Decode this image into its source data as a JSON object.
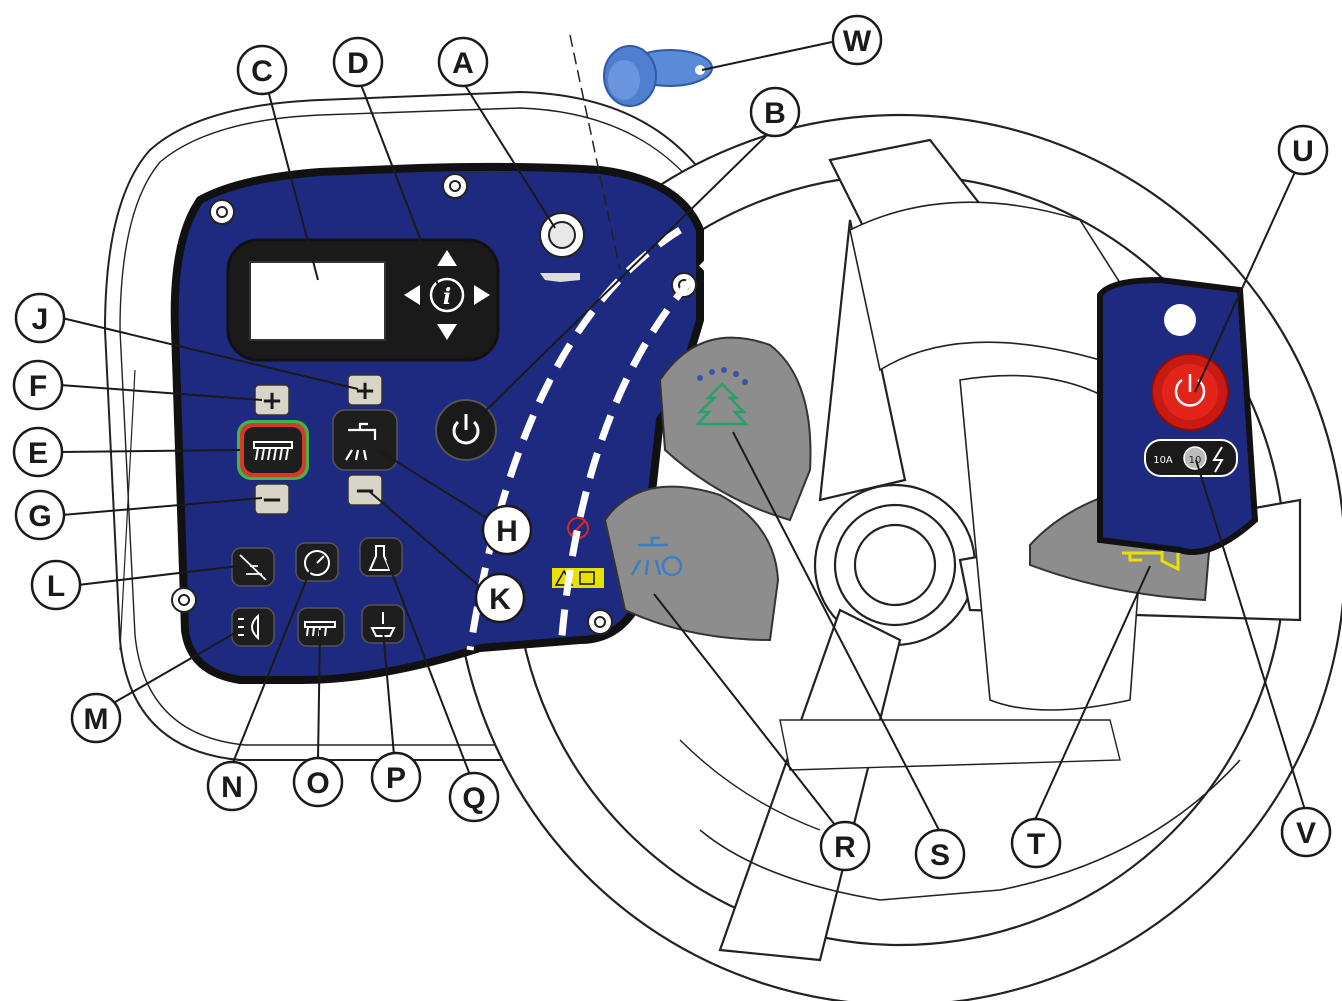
{
  "callouts": [
    "A",
    "B",
    "C",
    "D",
    "E",
    "F",
    "G",
    "H",
    "J",
    "K",
    "L",
    "M",
    "N",
    "O",
    "P",
    "Q",
    "R",
    "S",
    "T",
    "U",
    "V",
    "W"
  ],
  "buttons": {
    "plus": "+",
    "minus": "−",
    "fuse_rating": "10A",
    "fuse_value": "10",
    "info": "i"
  },
  "colors": {
    "panel_blue": "#1e2a80",
    "panel_outline": "#111111",
    "key_blue": "#4f7fd1",
    "pedal_gray": "#8d8d8d",
    "stop_red": "#e3241b",
    "horn_yellow": "#e8e100",
    "pedal_green": "#27a16a",
    "pedal_blue": "#3a7ec4",
    "brush_ring": "#d33a2a",
    "brush_ring_outer": "#3fb54a"
  },
  "icons": {
    "A": "key-switch-icon",
    "B": "power-icon",
    "E": "brush-icon",
    "H": "solution-flow-icon",
    "L": "no-scrub-icon",
    "M": "headlight-icon",
    "N": "speed-gauge-icon",
    "O": "extra-pressure-icon",
    "P": "squeegee-icon",
    "Q": "detergent-icon",
    "R": "scrub-mode-pedal-icon",
    "S": "scrub-deck-lift-pedal-icon",
    "T": "horn-icon",
    "U": "emergency-stop-icon",
    "V": "circuit-breaker-icon",
    "W": "key-fob-icon"
  }
}
